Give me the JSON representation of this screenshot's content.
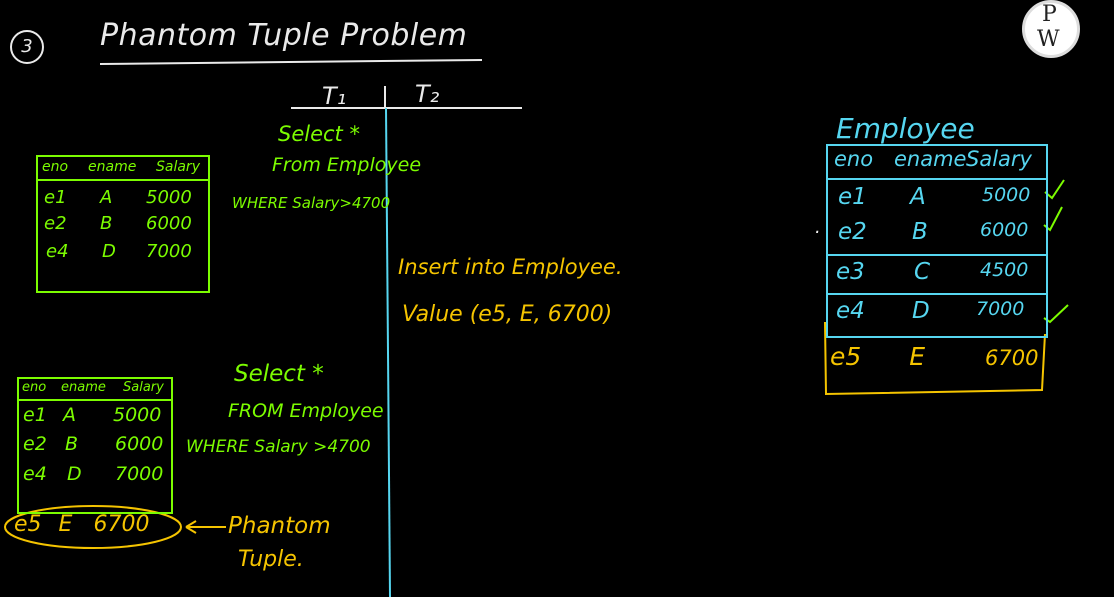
{
  "header": {
    "problem_number": "3",
    "title": "Phantom Tuple Problem",
    "t1": "T₁",
    "t2": "T₂"
  },
  "logo": {
    "letters": [
      "P",
      "W"
    ]
  },
  "t1_query1": [
    "Select *",
    "From Employee",
    "WHERE Salary>4700"
  ],
  "t2_query": [
    "Insert into Employee.",
    "Value (e5, E, 6700)"
  ],
  "t1_query2": [
    "Select *",
    "FROM Employee",
    "WHERE Salary >4700"
  ],
  "note": [
    "Phantom",
    "Tuple."
  ],
  "table_before": {
    "headers": [
      "eno",
      "ename",
      "Salary"
    ],
    "rows": [
      [
        "e1",
        "A",
        "5000"
      ],
      [
        "e2",
        "B",
        "6000"
      ],
      [
        "e4",
        "D",
        "7000"
      ]
    ]
  },
  "table_after": {
    "headers": [
      "eno",
      "ename",
      "Salary"
    ],
    "rows": [
      [
        "e1",
        "A",
        "5000"
      ],
      [
        "e2",
        "B",
        "6000"
      ],
      [
        "e4",
        "D",
        "7000"
      ]
    ],
    "phantom_row": [
      "e5",
      "E",
      "6700"
    ]
  },
  "employee_table": {
    "title": "Employee",
    "headers": [
      "eno",
      "ename",
      "Salary"
    ],
    "rows": [
      [
        "e1",
        "A",
        "5000"
      ],
      [
        "e2",
        "B",
        "6000"
      ],
      [
        "e3",
        "C",
        "4500"
      ],
      [
        "e4",
        "D",
        "7000"
      ]
    ],
    "new_row": [
      "e5",
      "E",
      "6700"
    ]
  },
  "colors": {
    "background": "#000000",
    "green": "#7CFC00",
    "yellow": "#F5C400",
    "cyan": "#56D6F0",
    "white": "#f2f2f2"
  }
}
